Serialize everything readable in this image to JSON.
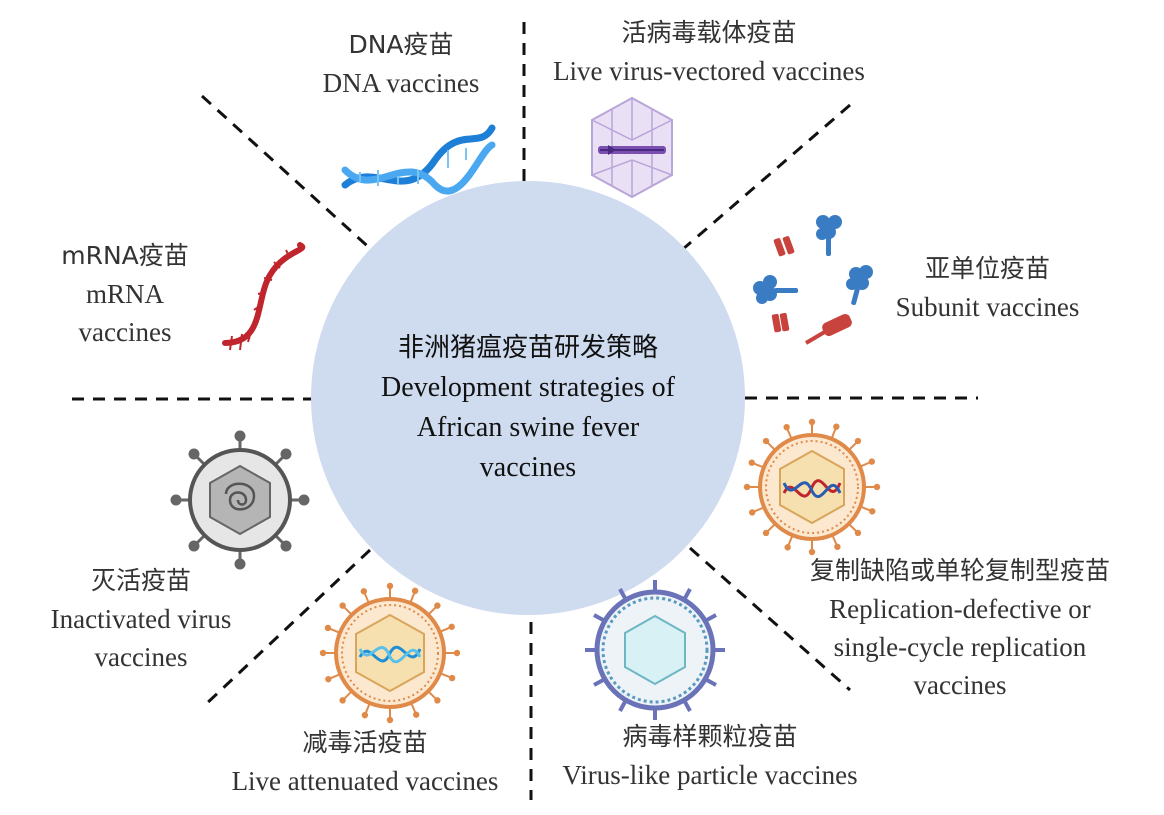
{
  "center": {
    "title_cn": "非洲猪瘟疫苗研发策略",
    "title_en_1": "Development strategies of",
    "title_en_2": "African swine fever",
    "title_en_3": "vaccines"
  },
  "segments": {
    "dna": {
      "cn": "DNA疫苗",
      "en": "DNA vaccines",
      "icon": "dna-double-helix-icon"
    },
    "live_vectored": {
      "cn": "活病毒载体疫苗",
      "en": "Live virus-vectored vaccines",
      "icon": "virus-vector-icosahedron-icon"
    },
    "subunit": {
      "cn": "亚单位疫苗",
      "en": "Subunit vaccines",
      "icon": "protein-subunits-icon"
    },
    "replication_defective": {
      "cn": "复制缺陷或单轮复制型疫苗",
      "en_1": "Replication-defective or",
      "en_2": "single-cycle replication",
      "en_3": "vaccines",
      "icon": "replication-defective-virus-icon"
    },
    "vlp": {
      "cn": "病毒样颗粒疫苗",
      "en": "Virus-like particle vaccines",
      "icon": "virus-like-particle-icon"
    },
    "attenuated": {
      "cn": "减毒活疫苗",
      "en": "Live attenuated vaccines",
      "icon": "attenuated-virus-icon"
    },
    "inactivated": {
      "cn": "灭活疫苗",
      "en_1": "Inactivated virus",
      "en_2": "vaccines",
      "icon": "inactivated-virus-icon"
    },
    "mrna": {
      "cn": "mRNA疫苗",
      "en_1": "mRNA",
      "en_2": "vaccines",
      "icon": "mrna-strand-icon"
    }
  },
  "colors": {
    "center_fill": "#cfdbee",
    "divider": "#111111",
    "dna": "#1e7fd6",
    "mrna": "#c0252d",
    "subunit_blue": "#3a7cc4",
    "subunit_red": "#c9433e",
    "virus_orange": "#e08a4a",
    "capsid_fill": "#f7e0b0",
    "vlp_blue": "#6a72b8",
    "inactivated_gray": "#8a8a8a",
    "vector_purple": "#b9a6d8"
  }
}
